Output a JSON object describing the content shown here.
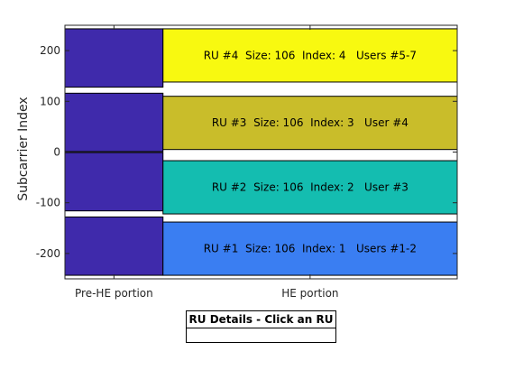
{
  "chart_data": {
    "type": "bar",
    "title": "",
    "xlabel": "",
    "ylabel": "Subcarrier Index",
    "ylim": [
      -250,
      250
    ],
    "xlim": [
      0,
      1
    ],
    "grid": false,
    "xticks": [
      {
        "label": "Pre-HE portion",
        "value": 0.125
      },
      {
        "label": "HE portion",
        "value": 0.625
      }
    ],
    "yticks": [
      -200,
      -100,
      0,
      100,
      200
    ],
    "pre_he_blocks": [
      {
        "x": [
          0,
          0.25
        ],
        "y": [
          -243,
          -128
        ],
        "color": "#3f2aab"
      },
      {
        "x": [
          0,
          0.25
        ],
        "y": [
          -116,
          -1
        ],
        "color": "#3f2aab"
      },
      {
        "x": [
          0,
          0.25
        ],
        "y": [
          1,
          116
        ],
        "color": "#3f2aab"
      },
      {
        "x": [
          0,
          0.25
        ],
        "y": [
          128,
          243
        ],
        "color": "#3f2aab"
      }
    ],
    "resource_units": [
      {
        "x": [
          0.25,
          1
        ],
        "y": [
          -243,
          -138
        ],
        "color": "#3a7ef2",
        "label": "RU #1  Size: 106  Index: 1   Users #1-2"
      },
      {
        "x": [
          0.25,
          1
        ],
        "y": [
          -122,
          -17
        ],
        "color": "#14bdb0",
        "label": "RU #2  Size: 106  Index: 2   User #3"
      },
      {
        "x": [
          0.25,
          1
        ],
        "y": [
          5,
          110
        ],
        "color": "#c9bd2a",
        "label": "RU #3  Size: 106  Index: 3   User #4"
      },
      {
        "x": [
          0.25,
          1
        ],
        "y": [
          138,
          243
        ],
        "color": "#f8f910",
        "label": "RU #4  Size: 106  Index: 4   Users #5-7"
      }
    ]
  },
  "details_panel": {
    "header": "RU Details - Click an RU",
    "body": ""
  }
}
